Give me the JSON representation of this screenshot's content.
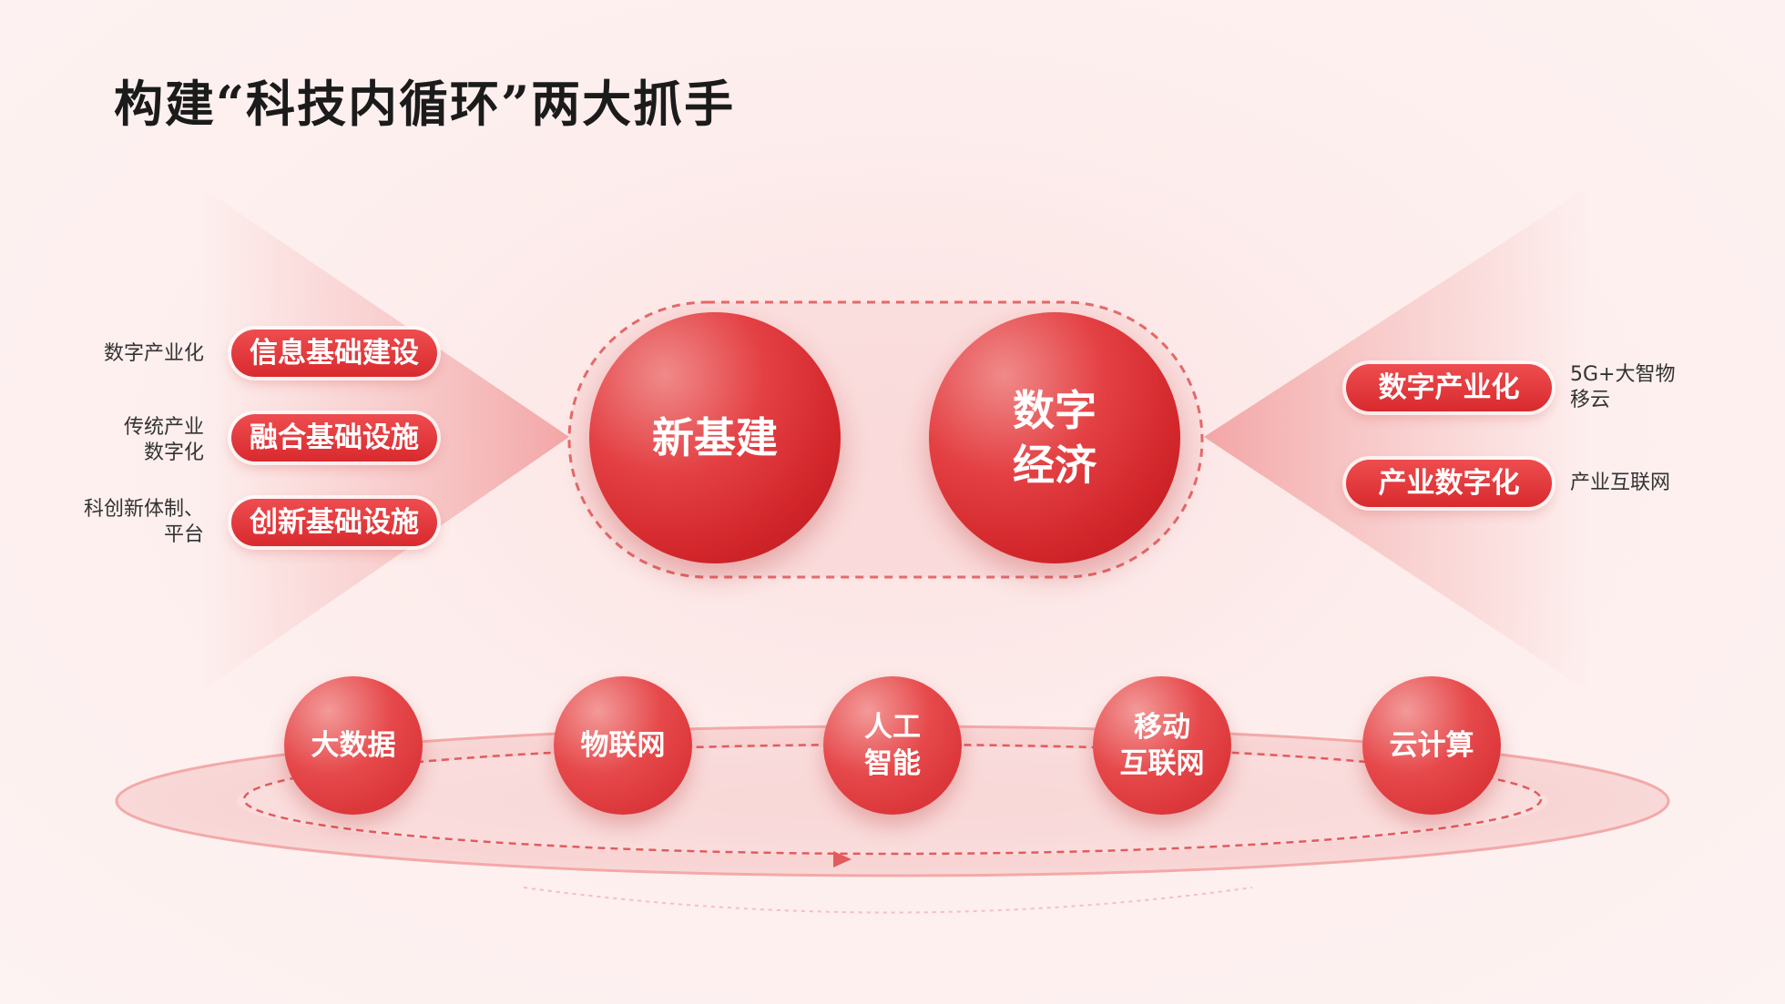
{
  "title": "构建“科技内循环”两大抓手",
  "center": {
    "left_circle": "新基建",
    "right_circle_lines": [
      "数字",
      "经济"
    ]
  },
  "left_items": [
    {
      "pill": "信息基础建设",
      "label_lines": [
        "数字产业化"
      ]
    },
    {
      "pill": "融合基础设施",
      "label_lines": [
        "传统产业",
        "数字化"
      ]
    },
    {
      "pill": "创新基础设施",
      "label_lines": [
        "科创新体制、",
        "平台"
      ]
    }
  ],
  "right_items": [
    {
      "pill": "数字产业化",
      "label_lines": [
        "5G+大智物",
        "移云"
      ]
    },
    {
      "pill": "产业数字化",
      "label_lines": [
        "产业互联网"
      ]
    }
  ],
  "bottom_circles": [
    {
      "lines": [
        "大数据"
      ]
    },
    {
      "lines": [
        "物联网"
      ]
    },
    {
      "lines": [
        "人工",
        "智能"
      ]
    },
    {
      "lines": [
        "移动",
        "互联网"
      ]
    },
    {
      "lines": [
        "云计算"
      ]
    }
  ],
  "colors": {
    "accent_red": "#d82a2e",
    "light_red": "#f08a8a",
    "background_pink": "#fdeeed",
    "title_text": "#1b1b1b"
  }
}
